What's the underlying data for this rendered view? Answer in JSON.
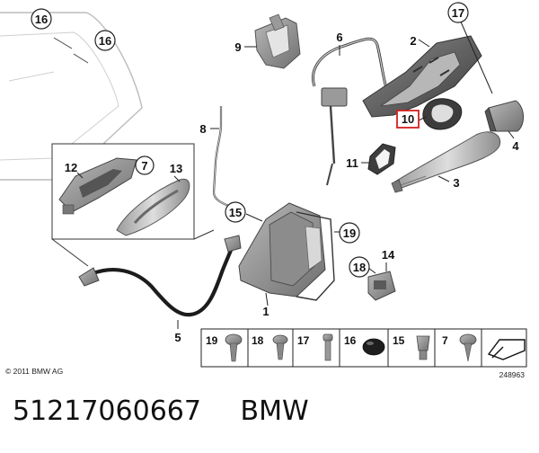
{
  "copyright": "© 2011 BMW AG",
  "diagram_id": "248963",
  "footer": {
    "part_number": "51217060667",
    "brand": "BMW"
  },
  "highlighted_part": "10",
  "callouts": {
    "door_a": "16",
    "door_b": "16",
    "carrier_screw": "17",
    "bracket": "9",
    "bowden": "6",
    "carrier": "2",
    "seal": "10",
    "end_cap": "4",
    "rod": "8",
    "gasket": "11",
    "outer_handle": "3",
    "inner_handle_set": "12",
    "clip_inset": "7",
    "inner_handle": "13",
    "cover": "15",
    "screw_lock": "19",
    "catch": "14",
    "bush": "18",
    "lock": "1",
    "cable": "5"
  },
  "fasteners": [
    {
      "num": "19",
      "icon": "torx-screw-icon"
    },
    {
      "num": "18",
      "icon": "flange-screw-icon"
    },
    {
      "num": "17",
      "icon": "bolt-icon"
    },
    {
      "num": "16",
      "icon": "grommet-icon"
    },
    {
      "num": "15",
      "icon": "spring-clip-icon"
    },
    {
      "num": "7",
      "icon": "self-tapping-screw-icon"
    }
  ]
}
